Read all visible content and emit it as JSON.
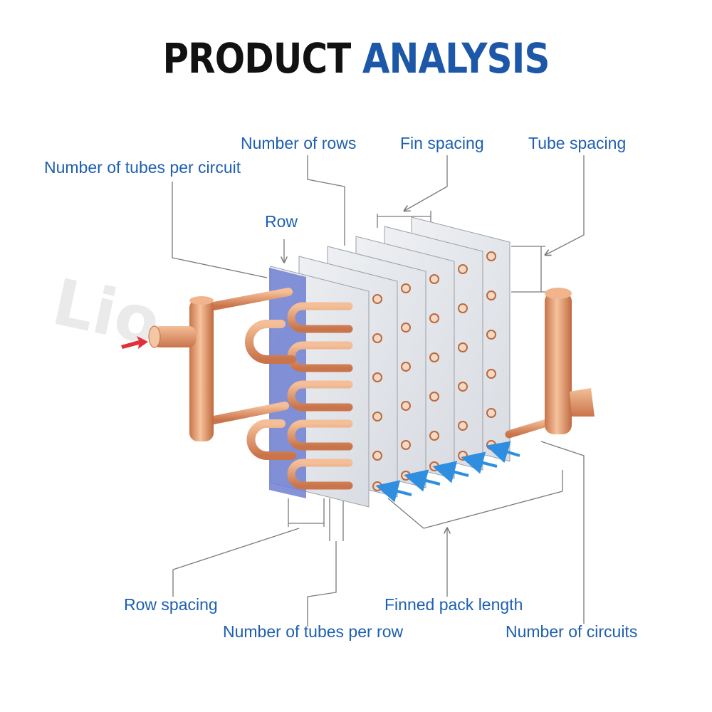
{
  "title": {
    "part1": "PRODUCT",
    "part2": "ANALYSIS"
  },
  "labels": {
    "number_of_rows": "Number of rows",
    "fin_spacing": "Fin spacing",
    "tube_spacing": "Tube spacing",
    "tubes_per_circuit": "Number of tubes per circuit",
    "row": "Row",
    "row_spacing": "Row spacing",
    "tubes_per_row": "Number of tubes per row",
    "finned_pack_length": "Finned pack length",
    "number_of_circuits": "Number of circuits"
  },
  "colors": {
    "title_dark": "#111111",
    "title_accent": "#1c57a8",
    "label": "#1d5fb0",
    "copper": "#e4a373",
    "fin": "#e6e8ec",
    "row_highlight": "#6f7fd2",
    "air_arrow": "#2f8ee0",
    "inlet_arrow": "#e0303a"
  }
}
